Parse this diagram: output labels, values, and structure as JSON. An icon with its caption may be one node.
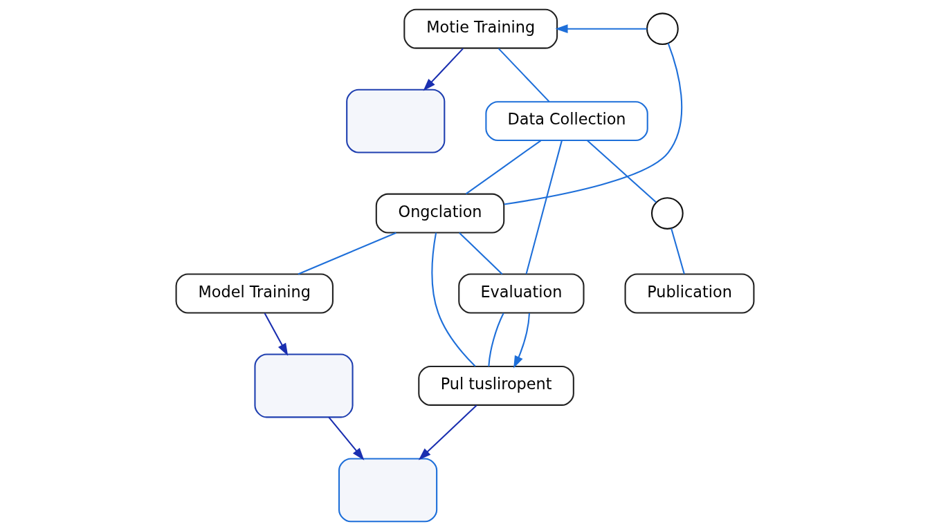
{
  "diagram": {
    "nodes": [
      {
        "text": [
          "Model Training"
        ]
      },
      {
        "text": [
          "Motie Training"
        ]
      },
      {
        "text": [],
        "shape": "box"
      },
      {
        "text": [
          "Data Collection"
        ]
      },
      {
        "text": [],
        "shape": "circle"
      },
      {
        "text": [
          "Ongclation"
        ]
      },
      {
        "text": [],
        "shape": "circle"
      },
      {
        "text": [
          "Publication"
        ]
      },
      {
        "text": [
          "Evaluation"
        ]
      },
      {
        "text": [
          "Pul tusliropent"
        ]
      },
      {
        "text": [],
        "shape": "box"
      },
      {
        "text": [],
        "shape": "box"
      }
    ],
    "edges": [
      {
        "from": 1,
        "to": 2,
        "arrow": "to",
        "color": "#1a2fb0"
      },
      {
        "from": 1,
        "to": 3,
        "arrow": "none"
      },
      {
        "from": 3,
        "to": 5,
        "arrow": "none"
      },
      {
        "from": 3,
        "to": 8,
        "arrow": "none"
      },
      {
        "from": 5,
        "to": 4,
        "arrow": "none"
      },
      {
        "from": 4,
        "to": 1,
        "arrow": "to"
      },
      {
        "from": 5,
        "to": 0,
        "arrow": "none"
      },
      {
        "from": 5,
        "to": 9,
        "arrow": "none"
      },
      {
        "from": 5,
        "to": 8,
        "arrow": "none"
      },
      {
        "from": 8,
        "to": 9,
        "arrow": "none"
      },
      {
        "from": 8,
        "to": 9,
        "arrow": "to"
      },
      {
        "from": 3,
        "to": 6,
        "arrow": "none"
      },
      {
        "from": 6,
        "to": 7,
        "arrow": "none"
      },
      {
        "from": 0,
        "to": 10,
        "arrow": "to",
        "color": "#1a2fb0"
      },
      {
        "from": 10,
        "to": 11,
        "arrow": "to",
        "color": "#1a2fb0"
      },
      {
        "from": 9,
        "to": 11,
        "arrow": "to",
        "color": "#1a2fb0"
      }
    ]
  }
}
